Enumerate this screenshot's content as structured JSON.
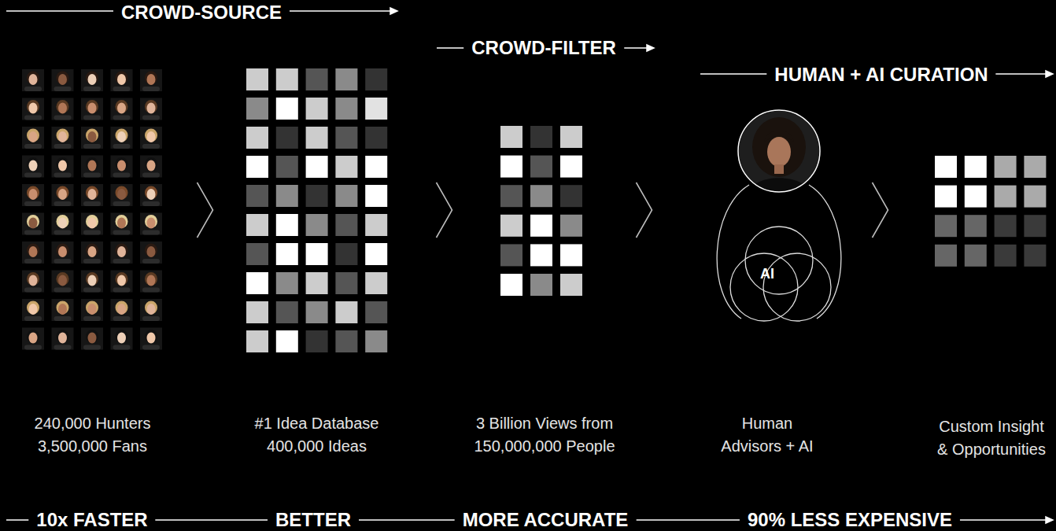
{
  "diagram": {
    "nodes": [
      {
        "text": [
          "240,000 Hunters",
          "3,500,000 Fans"
        ]
      },
      {
        "text": [
          "#1 Idea Database",
          "400,000 Ideas"
        ]
      },
      {
        "text": [
          "3 Billion Views from",
          "150,000,000 People"
        ]
      },
      {
        "text": [
          "Human Advisors + AI"
        ]
      },
      {
        "text": [
          "AI"
        ],
        "in": 3
      },
      {
        "text": [
          "Custom Insight & Opportunities"
        ]
      }
    ],
    "edges": [
      {
        "from": 0,
        "to": 1,
        "arrow": "to"
      },
      {
        "from": 1,
        "to": 2,
        "arrow": "to"
      },
      {
        "from": 2,
        "to": 3,
        "arrow": "to"
      },
      {
        "from": 3,
        "to": 5,
        "arrow": "to"
      }
    ],
    "labels": [
      "CROWD-SOURCE",
      "CROWD-FILTER",
      "HUMAN + AI CURATION",
      "10x FASTER",
      "BETTER",
      "MORE ACCURATE",
      "90% LESS EXPENSIVE"
    ]
  }
}
